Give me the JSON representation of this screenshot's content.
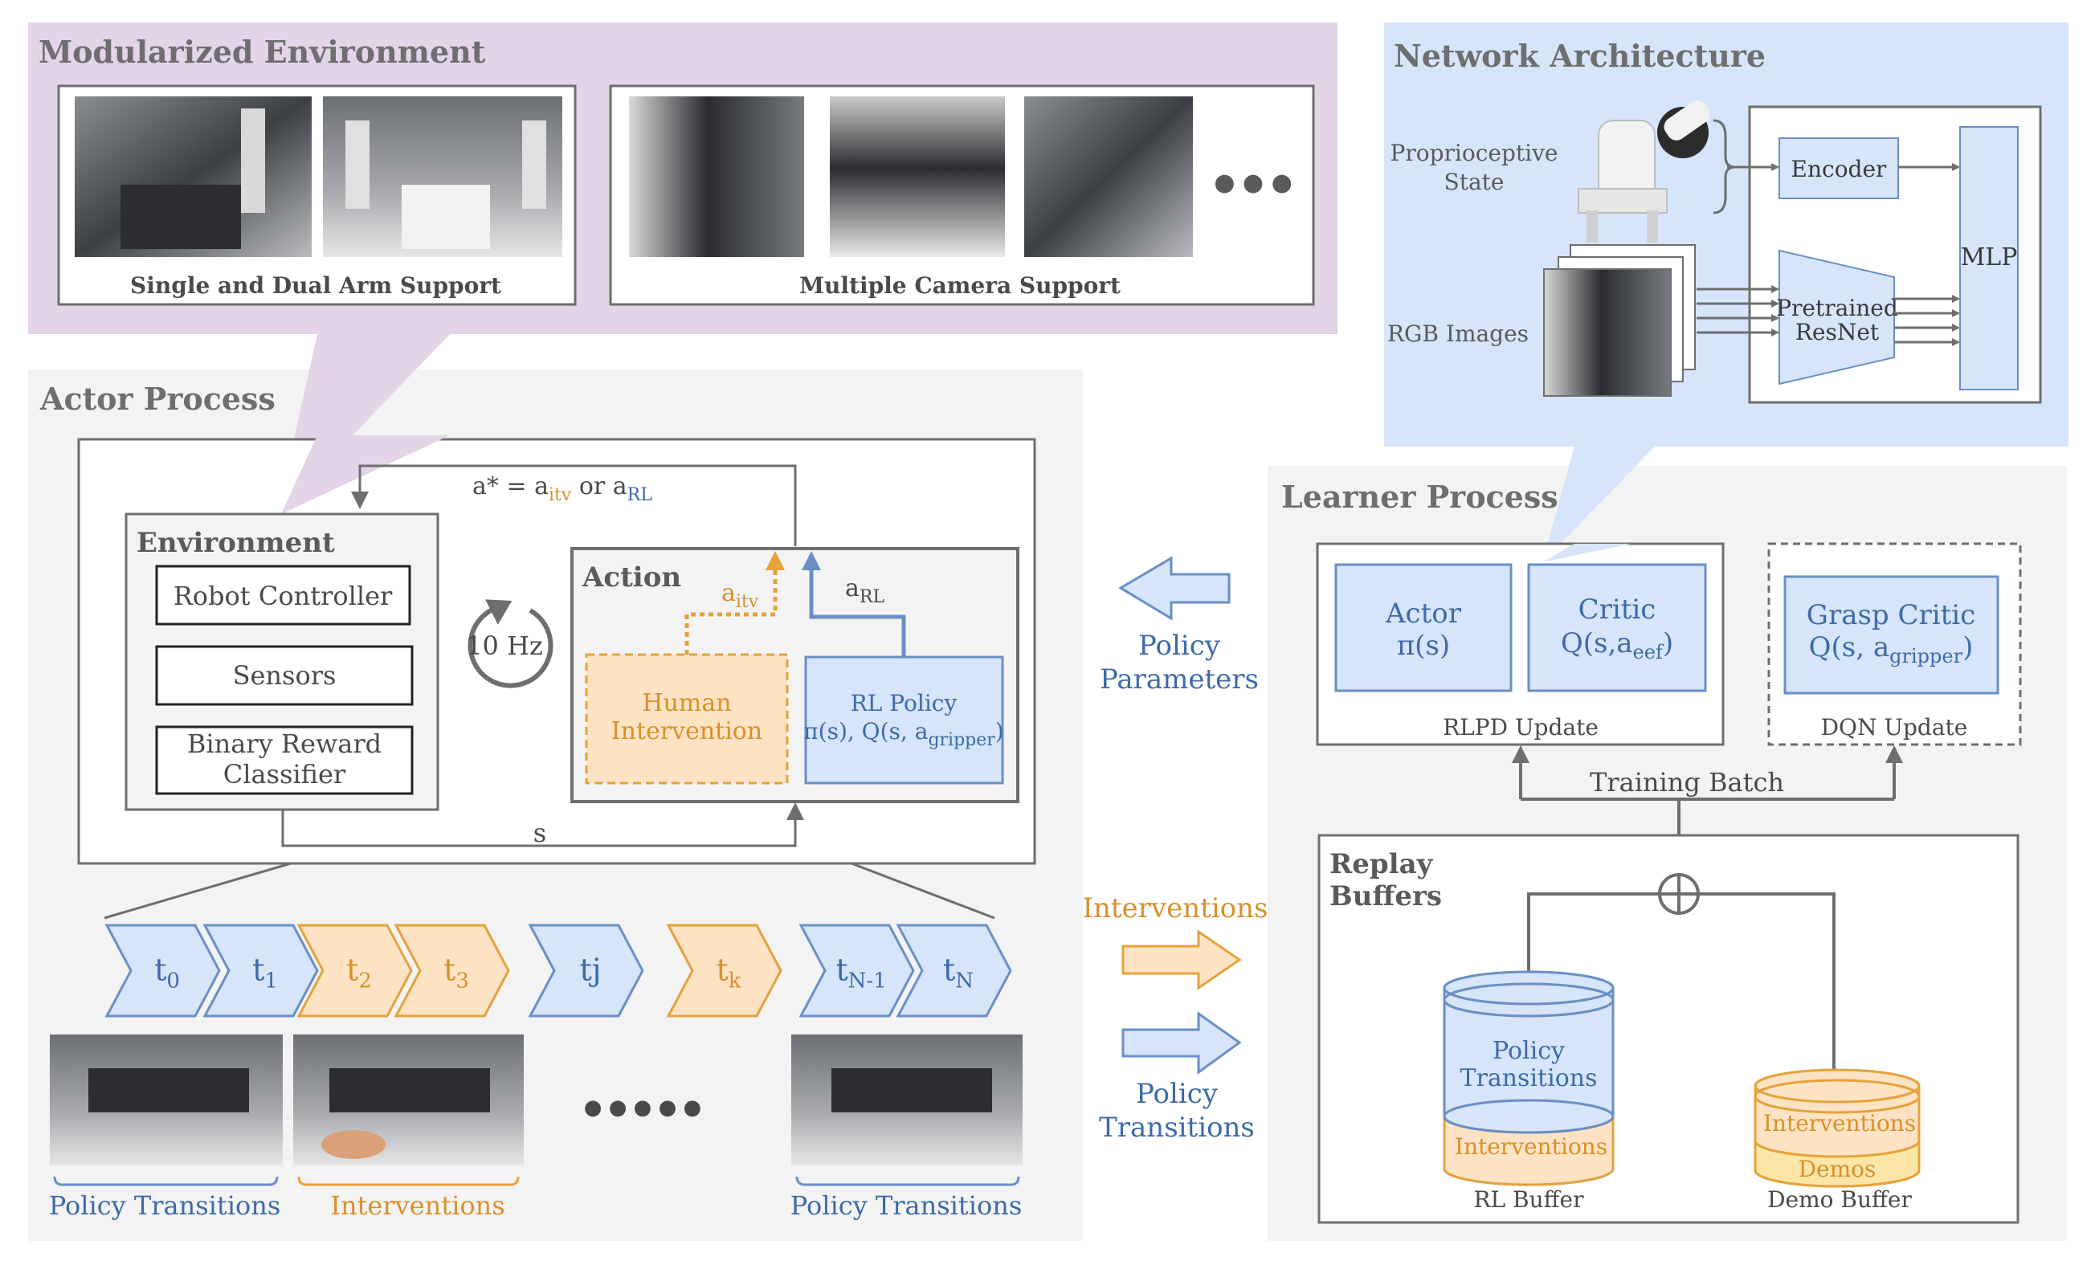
{
  "modularized_env": {
    "title": "Modularized Environment",
    "arm_caption": "Single and Dual Arm Support",
    "camera_caption": "Multiple Camera Support",
    "ellipsis": "● ● ●"
  },
  "network_arch": {
    "title": "Network Architecture",
    "proprio_line1": "Proprioceptive",
    "proprio_line2": "State",
    "rgb_label": "RGB Images",
    "encoder": "Encoder",
    "resnet_line1": "Pretrained",
    "resnet_line2": "ResNet",
    "mlp": "MLP"
  },
  "actor": {
    "title": "Actor Process",
    "action_eq_prefix": "a* = a",
    "action_eq_itv_sub": "itv",
    "action_eq_or": " or a",
    "action_eq_rl_sub": "RL",
    "environment_title": "Environment",
    "robot_controller": "Robot Controller",
    "sensors": "Sensors",
    "reward_line1": "Binary Reward",
    "reward_line2": "Classifier",
    "rate": "10 Hz",
    "action_title": "Action",
    "a_itv_base": "a",
    "a_itv_sub": "itv",
    "a_rl_base": "a",
    "a_rl_sub": "RL",
    "human_line1": "Human",
    "human_line2": "Intervention",
    "rl_policy_line1": "RL Policy",
    "rl_policy_line2_prefix": "π(s), Q(s, a",
    "rl_policy_line2_sub": "gripper",
    "rl_policy_line2_suffix": ")",
    "state_label": "s"
  },
  "timeline": {
    "steps": [
      {
        "base": "t",
        "sub": "0",
        "color": "blue"
      },
      {
        "base": "t",
        "sub": "1",
        "color": "blue"
      },
      {
        "base": "t",
        "sub": "2",
        "color": "orange"
      },
      {
        "base": "t",
        "sub": "3",
        "color": "orange"
      },
      {
        "base": "tj",
        "sub": "",
        "color": "blue"
      },
      {
        "base": "t",
        "sub": "k",
        "color": "orange"
      },
      {
        "base": "t",
        "sub": "N-1",
        "color": "blue"
      },
      {
        "base": "t",
        "sub": "N",
        "color": "blue"
      }
    ],
    "bottom_ellipsis": "● ● ● ● ●",
    "policy_transitions_left": "Policy Transitions",
    "interventions": "Interventions",
    "policy_transitions_right": "Policy Transitions"
  },
  "middle": {
    "policy_params_line1": "Policy",
    "policy_params_line2": "Parameters",
    "interventions": "Interventions",
    "policy_trans_line1": "Policy",
    "policy_trans_line2": "Transitions"
  },
  "learner": {
    "title": "Learner Process",
    "actor_line1": "Actor",
    "actor_line2": "π(s)",
    "critic_line1": "Critic",
    "critic_line2_prefix": "Q(s,a",
    "critic_line2_sub": "eef",
    "critic_line2_suffix": ")",
    "rlpd_update": "RLPD Update",
    "grasp_line1": "Grasp Critic",
    "grasp_line2_prefix": "Q(s, a",
    "grasp_line2_sub": "gripper",
    "grasp_line2_suffix": ")",
    "dqn_update": "DQN Update",
    "training_batch": "Training Batch",
    "replay_line1": "Replay",
    "replay_line2": "Buffers",
    "rl_buffer_policy_line1": "Policy",
    "rl_buffer_policy_line2": "Transitions",
    "rl_buffer_interventions": "Interventions",
    "rl_buffer_label": "RL Buffer",
    "demo_interventions": "Interventions",
    "demo_demos": "Demos",
    "demo_buffer_label": "Demo Buffer"
  },
  "colors": {
    "purple_bg": "#e3d4e8",
    "blue_bg": "#d6e5fa",
    "gray_bg": "#f3f3f3",
    "blue_fill": "#d6e5fa",
    "blue_stroke": "#6a8fc4",
    "orange_fill": "#fde3c4",
    "orange_stroke": "#e5a23a",
    "blue_text": "#3d6aa8",
    "orange_text": "#d9902a"
  }
}
